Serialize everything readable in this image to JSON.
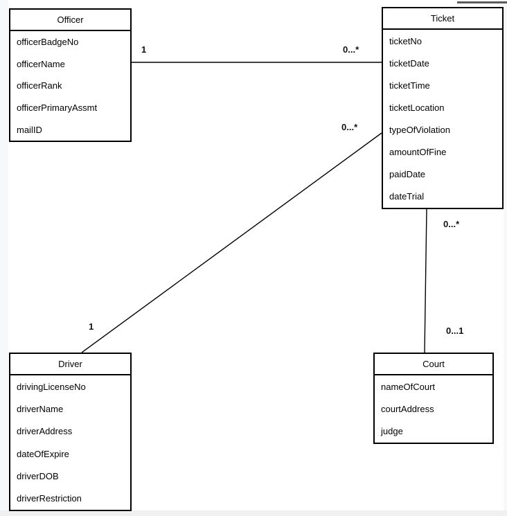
{
  "diagram": {
    "kind": "uml-entity-diagram",
    "colors": {
      "stroke": "#000000",
      "fill": "#ffffff",
      "text": "#000000",
      "canvas_margin": "#eef0f2"
    },
    "entities": [
      {
        "name": "Officer",
        "attributes": [
          "officerBadgeNo",
          "officerName",
          "officerRank",
          "officerPrimaryAssmt",
          "mailID"
        ]
      },
      {
        "name": "Ticket",
        "attributes": [
          "ticketNo",
          "ticketDate",
          "ticketTime",
          "ticketLocation",
          "typeOfViolation",
          "amountOfFine",
          "paidDate",
          "dateTrial"
        ]
      },
      {
        "name": "Driver",
        "attributes": [
          "drivingLicenseNo",
          "driverName",
          "driverAddress",
          "dateOfExpire",
          "driverDOB",
          "driverRestriction"
        ]
      },
      {
        "name": "Court",
        "attributes": [
          "nameOfCourt",
          "courtAddress",
          "judge"
        ]
      }
    ],
    "relationships": [
      {
        "from": "Officer",
        "to": "Ticket",
        "from_multiplicity": "1",
        "to_multiplicity": "0...*"
      },
      {
        "from": "Driver",
        "to": "Ticket",
        "from_multiplicity": "1",
        "to_multiplicity": "0...*"
      },
      {
        "from": "Ticket",
        "to": "Court",
        "from_multiplicity": "0...*",
        "to_multiplicity": "0...1"
      }
    ]
  }
}
